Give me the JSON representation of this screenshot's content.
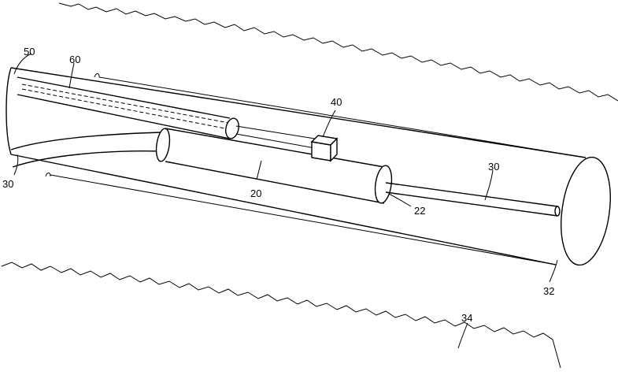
{
  "figure": {
    "reference_numerals": {
      "n50": "50",
      "n60": "60",
      "n30_left": "30",
      "n40": "40",
      "n30_right": "30",
      "n20": "20",
      "n22": "22",
      "n32": "32",
      "n34": "34"
    }
  }
}
